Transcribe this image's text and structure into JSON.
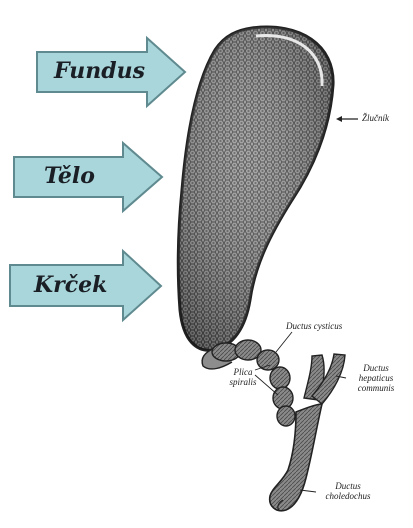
{
  "arrows": {
    "fundus": "Fundus",
    "telo": "Tělo",
    "krcek": "Krček"
  },
  "annotations": {
    "zlucnik": "Žlučník",
    "ductus_cysticus": "Ductus cysticus",
    "plica_line1": "Plica",
    "plica_line2": "spiralis",
    "hepaticus_line1": "Ductus",
    "hepaticus_line2": "hepaticus",
    "hepaticus_line3": "communis",
    "choledochus_line1": "Ductus",
    "choledochus_line2": "choledochus"
  },
  "colors": {
    "arrow_fill": "#a9d6da",
    "arrow_stroke": "#5f8a8f",
    "organ_fill": "#8f8f8f",
    "organ_outline": "#2a2a2a"
  }
}
